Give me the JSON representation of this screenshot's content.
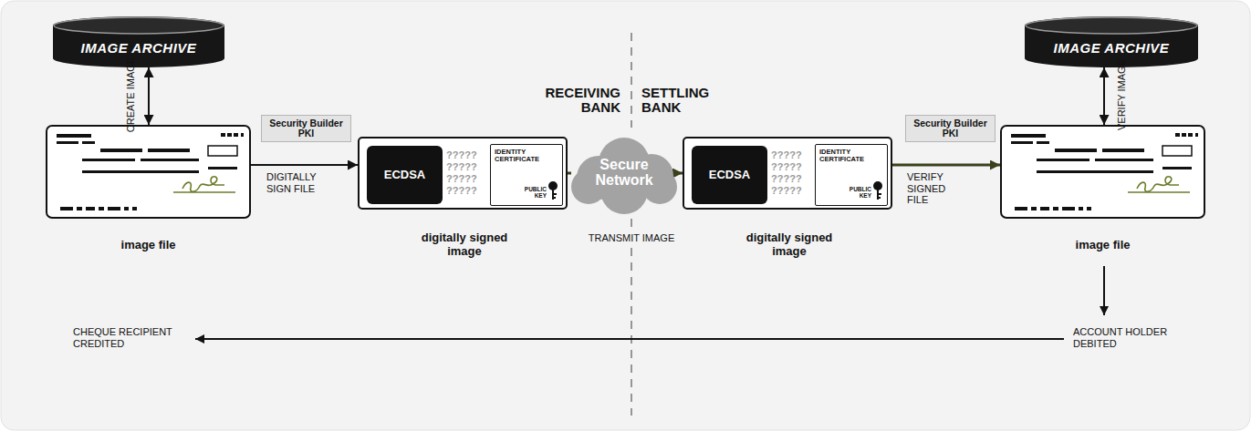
{
  "diagram": {
    "nodes": [
      {
        "text": [
          "IMAGE ARCHIVE"
        ]
      },
      {
        "text": [
          "image file"
        ]
      },
      {
        "text": [
          "Security Builder PKI"
        ]
      },
      {
        "text": [
          "?????",
          "?????",
          "?????",
          "?????",
          "digitally signed image"
        ]
      },
      {
        "text": [
          "ECDSA"
        ],
        "in": 3
      },
      {
        "text": [
          "IDENTITY CERTIFICATE",
          "PUBLIC KEY"
        ],
        "in": 3
      },
      {
        "text": [
          "Secure Network"
        ]
      },
      {
        "text": [
          "?????",
          "?????",
          "?????",
          "?????",
          "digitally signed image"
        ]
      },
      {
        "text": [
          "ECDSA"
        ],
        "in": 7
      },
      {
        "text": [
          "IDENTITY CERTIFICATE",
          "PUBLIC KEY"
        ],
        "in": 7
      },
      {
        "text": [
          "Security Builder PKI"
        ]
      },
      {
        "text": [
          "image file"
        ]
      },
      {
        "text": [
          "IMAGE ARCHIVE"
        ]
      }
    ],
    "edges": [
      {
        "from": 0,
        "to": 1,
        "arrow": "both",
        "label": "CREATE IMAGE"
      },
      {
        "from": 1,
        "to": 3,
        "arrow": "to",
        "label": "DIGITALLY SIGN FILE"
      },
      {
        "from": 3,
        "to": 6,
        "arrow": "none"
      },
      {
        "from": 6,
        "to": 7,
        "arrow": "to"
      },
      {
        "from": 7,
        "to": 11,
        "arrow": "to",
        "label": "VERIFY SIGNED FILE"
      },
      {
        "from": 11,
        "to": 12,
        "arrow": "both",
        "label": "VERIFY IMAGE"
      }
    ],
    "labels": [
      "RECEIVING BANK",
      "SETTLING BANK",
      "TRANSMIT IMAGE",
      "ACCOUNT HOLDER DEBITED",
      "CHEQUE RECIPIENT CREDITED"
    ]
  }
}
